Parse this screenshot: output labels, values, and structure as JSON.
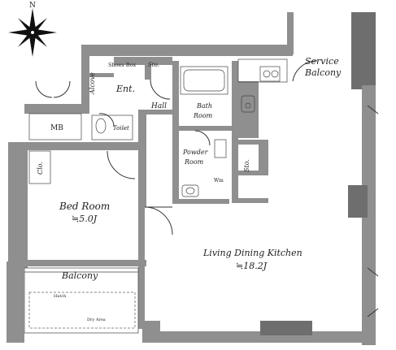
{
  "compass": {
    "north_label": "N"
  },
  "rooms": {
    "service_balcony": {
      "line1": "Service",
      "line2": "Balcony"
    },
    "shoes_box": "Shoes Box",
    "storage_top": "Sto.",
    "alcove": "Alcove",
    "entrance": "Ent.",
    "hall": "Hall",
    "bath_room": {
      "line1": "Bath",
      "line2": "Room"
    },
    "mb": "MB",
    "toilet": "Toilet",
    "powder_room": {
      "line1": "Powder",
      "line2": "Room"
    },
    "storage_right": "Sto.",
    "closet": "Clo.",
    "wash_machine": "Wm",
    "bed_room": {
      "name": "Bed Room",
      "area": "≒5.0J"
    },
    "ldk": {
      "name": "Living Dining Kitchen",
      "area": "≒18.2J"
    },
    "balcony": {
      "name": "Balcony",
      "hatch": "Hatch",
      "dry_area": "Dry Area"
    }
  }
}
